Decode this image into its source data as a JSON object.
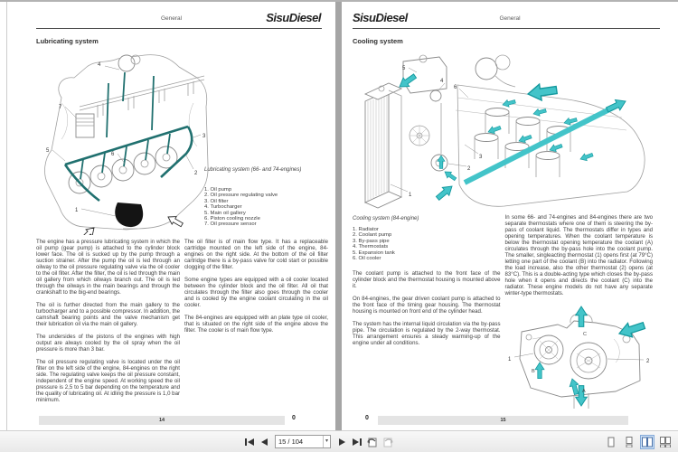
{
  "pages": {
    "left": {
      "header": {
        "section": "General",
        "logo": "SisuDiesel"
      },
      "title": "Lubricating system",
      "figure": {
        "caption": "Lubricating system (66- and 74-engines)",
        "items": [
          "1. Oil pump",
          "2. Oil pressure regulating valve",
          "3. Oil filter",
          "4. Turbocharger",
          "5. Main oil gallery",
          "6. Piston cooling nozzle",
          "7. Oil pressure sensor"
        ],
        "labels": [
          "1",
          "2",
          "3",
          "4",
          "5",
          "6",
          "7"
        ]
      },
      "col1": [
        "The engine has a pressure lubricating system in which the oil pump (gear pump) is attached to the cylinder block lower face. The oil is sucked up by the pump through a suction strainer. After the pump the oil is led through an oilway to the oil pressure regulating valve via the oil cooler to the oil filter. After the filter, the oil is led through the main oil gallery from which oilways branch out. The oil is led through the oilways in the main bearings and through the crankshaft to the big-end bearings.",
        "The oil is further directed from the main gallery to the turbocharger and to a possible compressor. In addition, the camshaft bearing points and the valve mechanism get their lubrication oil via the main oil gallery.",
        "The undersides of the pistons of the engines with high output are always cooled by the oil spray when the oil pressure is more than 3 bar.",
        "The oil pressure regulating valve is located under the oil filter on the left side of the engine, 84-engines on the right side. The regulating valve keeps the oil pressure constant, independent of the engine speed. At working speed the oil pressure is 2,5 to 5 bar depending on the temperature and the quality of lubricating oil. At idling the pressure is 1,0 bar minimum."
      ],
      "col2": [
        "The oil filter is of main flow type. It has a replaceable cartridge mounted on the left side of the engine, 84-engines on the right side. At the bottom of the oil filter cartridge there is a by-pass valve for cold start or possible clogging of the filter.",
        "Some engine types are equipped with a oil cooler located between the cylinder block and the oil filter. All oil that circulates through the filter also goes through the cooler and is cooled by the engine coolant circulating in the oil cooler.",
        "The 84-engines are equipped with an plate type oil cooler, that is situated on the right side of the engine above the filter. The cooler is of main flow type."
      ],
      "footer": {
        "page_no": "14",
        "aux": "0"
      }
    },
    "right": {
      "header": {
        "section": "General",
        "logo": "SisuDiesel"
      },
      "title": "Cooling system",
      "figure": {
        "caption": "Cooling system (84-engine)",
        "items": [
          "1. Radiator",
          "2. Coolant pump",
          "3. By-pass pipe",
          "4. Thermostats",
          "5. Expansion tank",
          "6. Oil cooler"
        ],
        "labels": [
          "1",
          "2",
          "3",
          "4",
          "5",
          "6"
        ]
      },
      "col1": [
        "The coolant pump is attached to the front face of the cylinder block and the thermostat housing is mounted above it.",
        "On 84-engines, the gear driven coolant pump is attached to the front face of the timing gear housing. The thermostat housing is mounted on front end of the cylinder head.",
        "The system has the internal liquid circulation via the by-pass pipe. The circulation is regulated by the 2-way thermostat. This arrangement ensures a steady warming-up of the engine under all conditions."
      ],
      "col2": [
        "In some 66- and 74-engines and 84-engines there are two separate thermostats where one of them is steering the by-pass of coolant liquid. The thermostats differ in types and opening temperatures. When the coolant temperature is below the thermostat opening temperature the coolant (A) circulates through the by-pass hole into the coolant pump. The smaller, singleacting thermostat (1) opens first (at 79°C) letting one part of the coolant (B) into the radiator. Following the load increase, also the other thermostat (2) opens (at 83°C). This is a double-acting type which closes the by-pass hole when it opens and directs the coolant (C) into the radiator. These engine models do not have any separate winter-type thermostats."
      ],
      "thermo": {
        "t1": "1",
        "t2": "2",
        "a": "A",
        "b": "B",
        "c": "C"
      },
      "footer": {
        "page_no": "15",
        "aux": "0"
      }
    }
  },
  "toolbar": {
    "page_field": "15 / 104",
    "caret": "▾",
    "active_view": "facing",
    "icons": {
      "first_page": "bar-left-triangle",
      "previous_page": "left-triangle",
      "next_page": "right-triangle",
      "last_page": "right-triangle-bar",
      "page_dropdown": "caret-down",
      "previous_view": "page-back-arrow",
      "next_view": "page-forward-arrow",
      "single_page": "single-page-rect",
      "continuous": "stacked-pages",
      "facing": "two-page-spread",
      "facing_continuous": "two-page-stacked"
    }
  },
  "colors": {
    "teal": "#43c4c9",
    "dark_teal": "#20706f",
    "view_selected_bg": "#cde2f7",
    "view_selected_border": "#86aad8"
  }
}
